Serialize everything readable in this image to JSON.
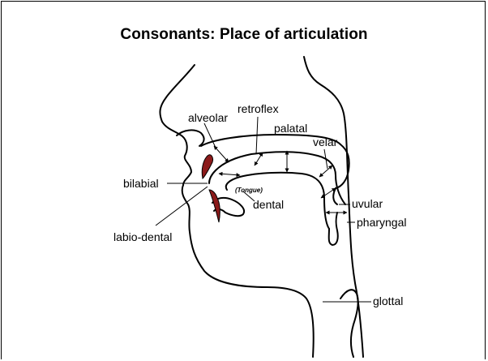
{
  "title": "Consonants: Place of articulation",
  "labels": {
    "bilabial": "bilabial",
    "labio_dental": "labio-dental",
    "alveolar": "alveolar",
    "retroflex": "retroflex",
    "palatal": "palatal",
    "velar": "velar",
    "dental": "dental",
    "tongue": "(Tongue)",
    "uvular": "uvular",
    "pharyngal": "pharyngal",
    "glottal": "glottal"
  },
  "colors": {
    "lips": "#8b1a1a",
    "line": "#000000",
    "background": "#ffffff"
  }
}
